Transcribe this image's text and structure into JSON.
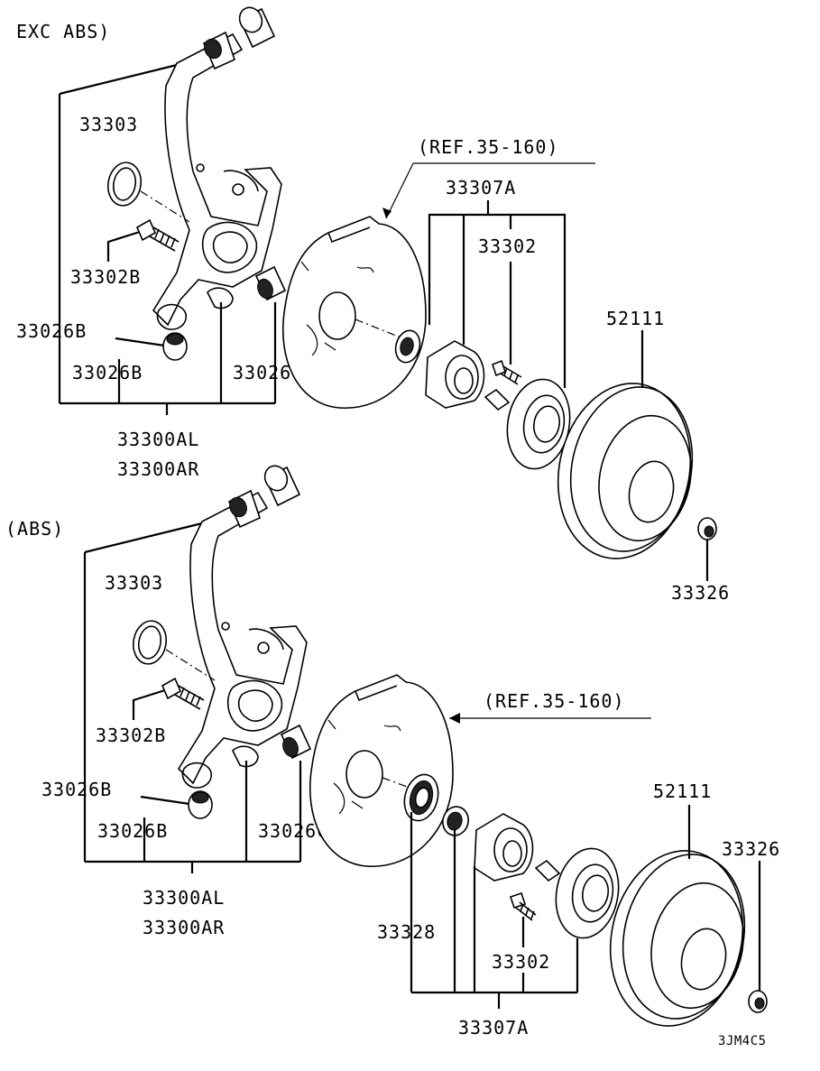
{
  "upper": {
    "section_label": "EXC ABS)",
    "ref": "(REF.35-160)",
    "labels": {
      "p33303": "33303",
      "p33302B": "33302B",
      "p33026B_a": "33026B",
      "p33026B_b": "33026B",
      "p33026C": "33026C",
      "p33300AL": "33300AL",
      "p33300AR": "33300AR",
      "p33307A": "33307A",
      "p33302": "33302",
      "p52111": "52111",
      "p33326": "33326"
    }
  },
  "lower": {
    "section_label": "(ABS)",
    "ref": "(REF.35-160)",
    "labels": {
      "p33303": "33303",
      "p33302B": "33302B",
      "p33026B_a": "33026B",
      "p33026B_b": "33026B",
      "p33026C": "33026C",
      "p33300AL": "33300AL",
      "p33300AR": "33300AR",
      "p52111": "52111",
      "p33326": "33326",
      "p33328": "33328",
      "p33302": "33302",
      "p33307A": "33307A"
    }
  },
  "drawing_code": "3JM4C5"
}
